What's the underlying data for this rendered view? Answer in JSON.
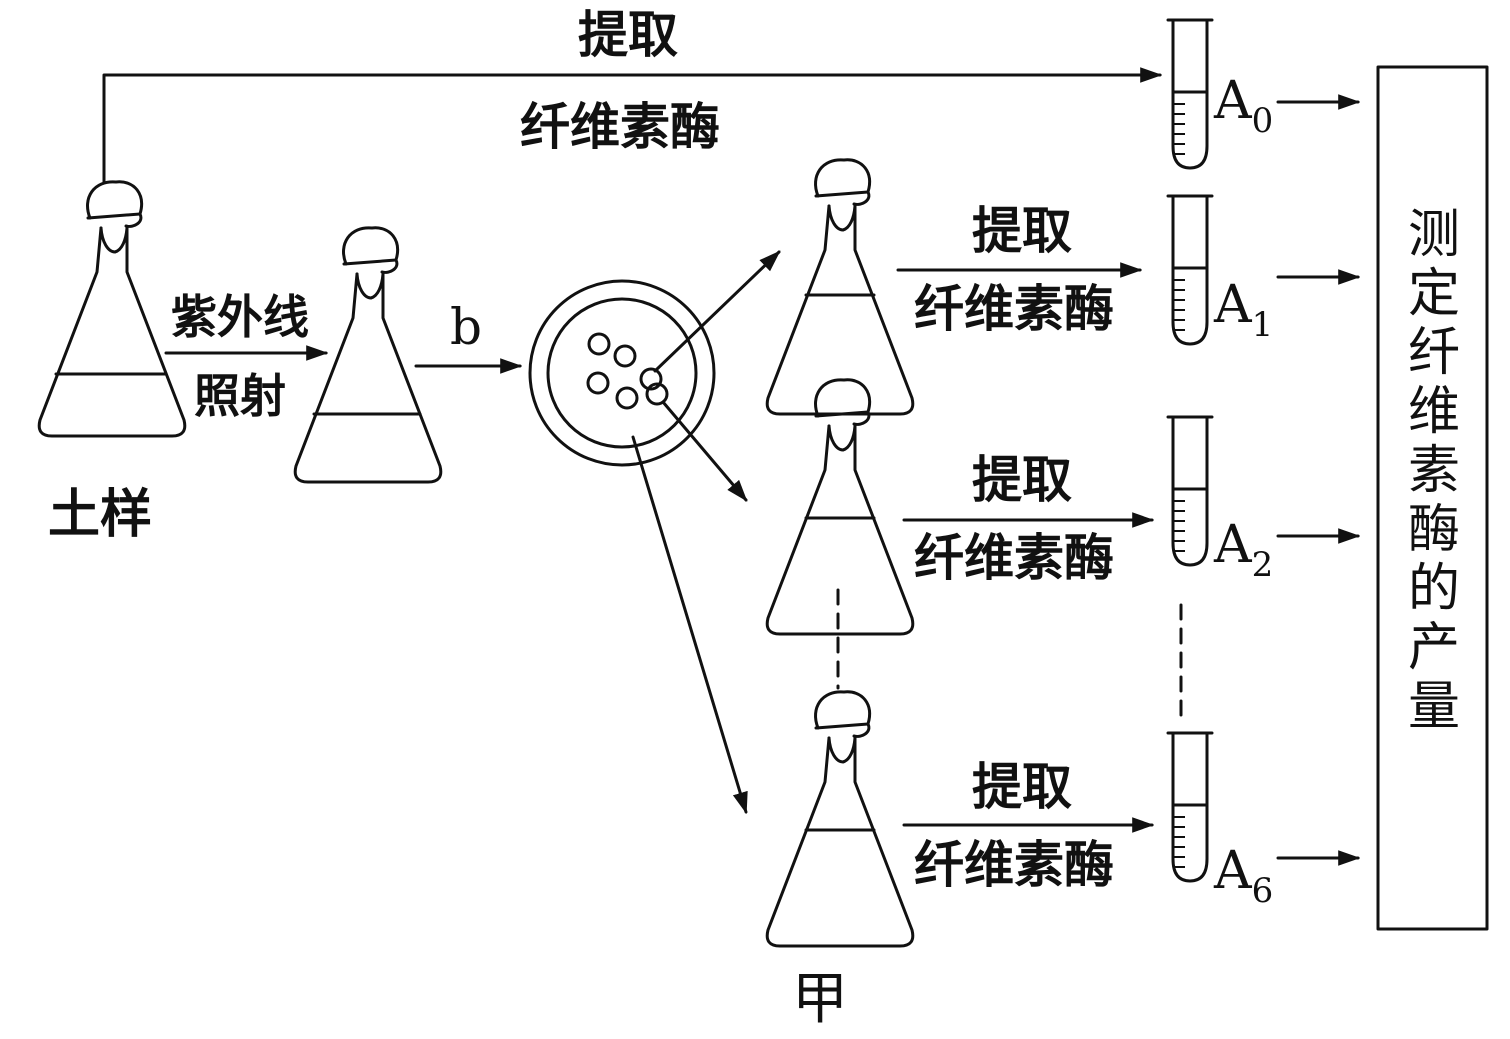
{
  "labels": {
    "top_arrow_top": "提取",
    "top_arrow_bottom": "纤维素酶",
    "uv_top": "紫外线",
    "uv_bottom": "照射",
    "b": "b",
    "soil": "土样",
    "caption": "甲",
    "branch_top": "提取",
    "branch_bottom": "纤维素酶"
  },
  "tubes": [
    {
      "letter": "A",
      "sub": "0"
    },
    {
      "letter": "A",
      "sub": "1"
    },
    {
      "letter": "A",
      "sub": "2"
    },
    {
      "letter": "A",
      "sub": "6"
    }
  ],
  "measure_box_text": "测定纤维素酶的产量"
}
